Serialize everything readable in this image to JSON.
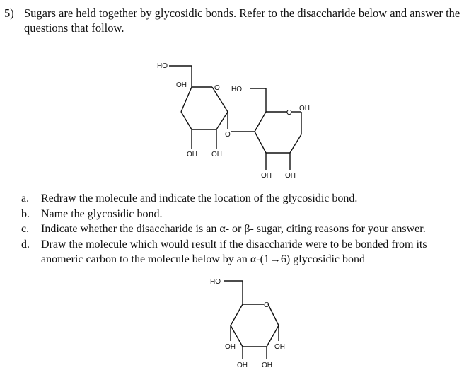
{
  "question": {
    "number": "5)",
    "text": "Sugars are held together by glycosidic bonds. Refer to the disaccharide below and answer the questions that follow."
  },
  "disaccharide": {
    "left_ring": {
      "ch2oh": "HO",
      "ring_o": "O",
      "c1_oh": "OH",
      "c3_oh": "OH",
      "c2_oh": "OH"
    },
    "bridge_o": "O",
    "right_ring": {
      "ch2oh": "HO",
      "ring_o": "O",
      "anomeric_oh": "OH",
      "c3_oh": "OH",
      "c2_oh": "OH"
    }
  },
  "items": [
    {
      "label": "a.",
      "text": "Redraw the molecule and indicate the location of the glycosidic bond."
    },
    {
      "label": "b.",
      "text": "Name the glycosidic bond."
    },
    {
      "label": "c.",
      "text": "Indicate whether the disaccharide is an α- or β- sugar, citing reasons for your answer."
    },
    {
      "label": "d.",
      "text": "Draw the molecule which would result if the disaccharide were to be bonded from its anomeric carbon to the molecule below by an α-(1→6) glycosidic bond"
    }
  ],
  "monosaccharide": {
    "ch2oh": "HO",
    "ring_o": "O",
    "c4_oh": "OH",
    "c1_oh": "OH",
    "c3_oh": "OH",
    "c2_oh": "OH"
  }
}
